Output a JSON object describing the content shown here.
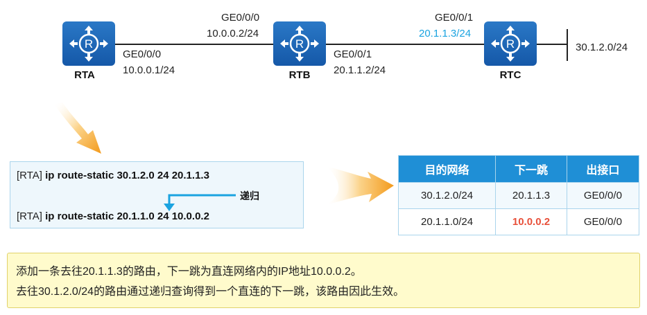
{
  "routers": [
    {
      "name": "RTA"
    },
    {
      "name": "RTB"
    },
    {
      "name": "RTC"
    }
  ],
  "interfaces": {
    "rtb_left_if": "GE0/0/0",
    "rtb_left_ip": "10.0.0.2/24",
    "rta_if": "GE0/0/0",
    "rta_ip": "10.0.0.1/24",
    "rtb_right_if": "GE0/0/1",
    "rtb_right_ip": "20.1.1.2/24",
    "rtc_if": "GE0/0/1",
    "rtc_ip": "20.1.1.3/24",
    "stub_network": "30.1.2.0/24"
  },
  "commands": {
    "line1_prefix": "[RTA]",
    "line1_cmd": "ip route-static 30.1.2.0 24 20.1.1.3",
    "line2_prefix": "[RTA]",
    "line2_cmd": "ip route-static 20.1.1.0 24 10.0.0.2",
    "recursion_label": "递归"
  },
  "route_table": {
    "headers": [
      "目的网络",
      "下一跳",
      "出接口"
    ],
    "rows": [
      [
        "30.1.2.0/24",
        "20.1.1.3",
        "GE0/0/0"
      ],
      [
        "20.1.1.0/24",
        "10.0.0.2",
        "GE0/0/0"
      ]
    ]
  },
  "note": {
    "line1": "添加一条去往20.1.1.3的路由，下一跳为直连网络内的IP地址10.0.0.2。",
    "line2": "去往30.1.2.0/24的路由通过递归查询得到一个直连的下一跳，该路由因此生效。"
  },
  "colors": {
    "router_blue": "#1a66b8",
    "header_blue": "#1f8fd6",
    "highlight_cyan": "#1aa3e0",
    "highlight_red": "#e8503a",
    "note_bg": "#fffbcc"
  }
}
